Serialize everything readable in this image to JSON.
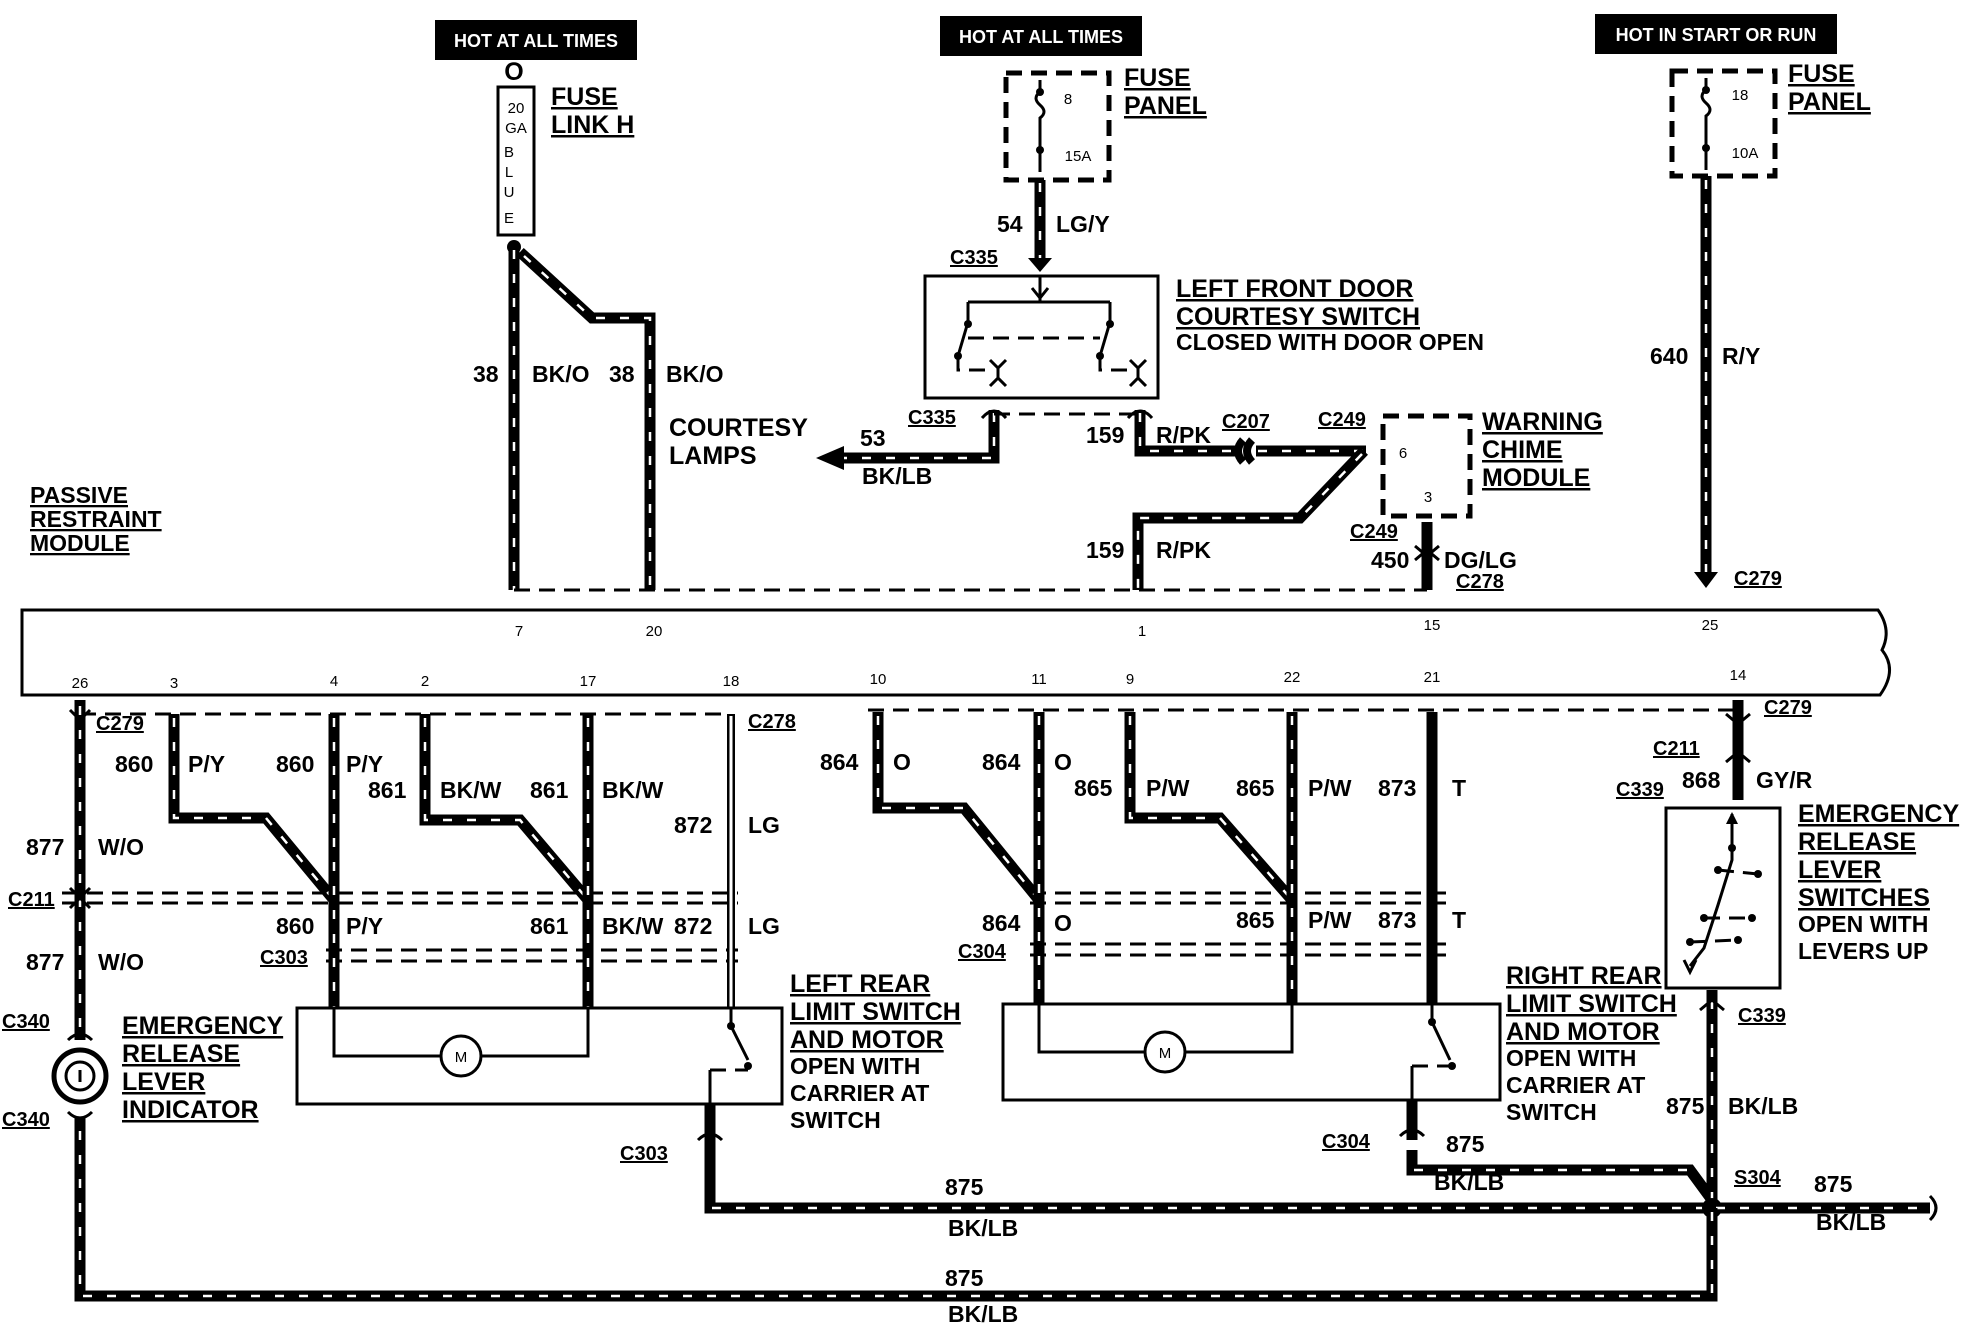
{
  "power": {
    "left": "HOT AT ALL TIMES",
    "center": "HOT AT ALL TIMES",
    "right": "HOT IN START OR RUN"
  },
  "fuse_link": {
    "label1": "FUSE",
    "label2": "LINK H",
    "top": "O",
    "body": [
      "20",
      "GA",
      "B",
      "L",
      "U",
      "E"
    ]
  },
  "fuse_center": {
    "label1": "FUSE",
    "label2": "PANEL",
    "num": "8",
    "amp": "15A"
  },
  "fuse_right": {
    "label1": "FUSE",
    "label2": "PANEL",
    "num": "18",
    "amp": "10A"
  },
  "door_switch": {
    "line1": "LEFT FRONT DOOR",
    "line2": "COURTESY SWITCH",
    "line3": "CLOSED WITH DOOR OPEN"
  },
  "chime": {
    "line1": "WARNING",
    "line2": "CHIME",
    "line3": "MODULE",
    "pin_top": "6",
    "pin_bottom": "3"
  },
  "courtesy": {
    "line1": "COURTESY",
    "line2": "LAMPS"
  },
  "module": {
    "line1": "PASSIVE",
    "line2": "RESTRAINT",
    "line3": "MODULE",
    "pins_top": [
      "7",
      "20",
      "1",
      "15",
      "25"
    ],
    "pins_bottom": [
      "26",
      "3",
      "4",
      "2",
      "17",
      "18",
      "10",
      "11",
      "9",
      "22",
      "21",
      "14"
    ]
  },
  "left_motor": {
    "line1": "LEFT REAR",
    "line2": "LIMIT SWITCH",
    "line3": "AND MOTOR",
    "line4": "OPEN WITH",
    "line5": "CARRIER AT",
    "line6": "SWITCH",
    "motor": "M"
  },
  "right_motor": {
    "line1": "RIGHT REAR",
    "line2": "LIMIT SWITCH",
    "line3": "AND MOTOR",
    "line4": "OPEN WITH",
    "line5": "CARRIER AT",
    "line6": "SWITCH",
    "motor": "M"
  },
  "er_switches": {
    "line1": "EMERGENCY",
    "line2": "RELEASE",
    "line3": "LEVER",
    "line4": "SWITCHES",
    "line5": "OPEN WITH",
    "line6": "LEVERS UP"
  },
  "er_indicator": {
    "line1": "EMERGENCY",
    "line2": "RELEASE",
    "line3": "LEVER",
    "line4": "INDICATOR"
  },
  "connectors": {
    "c335a": "C335",
    "c335b": "C335",
    "c207": "C207",
    "c249a": "C249",
    "c249b": "C249",
    "c278a": "C278",
    "c279a": "C279",
    "c279b": "C279",
    "c278b": "C278",
    "c279c": "C279",
    "c211a": "C211",
    "c339a": "C339",
    "c211b": "C211",
    "c303a": "C303",
    "c304a": "C304",
    "c340a": "C340",
    "c340b": "C340",
    "c303b": "C303",
    "c304b": "C304",
    "c339b": "C339",
    "s304": "S304"
  },
  "wires": {
    "w38a_n": "38",
    "w38a_c": "BK/O",
    "w38b_n": "38",
    "w38b_c": "BK/O",
    "w54_n": "54",
    "w54_c": "LG/Y",
    "w53_n": "53",
    "w53_c": "BK/LB",
    "w159a_n": "159",
    "w159a_c": "R/PK",
    "w159b_n": "159",
    "w159b_c": "R/PK",
    "w450_n": "450",
    "w450_c": "DG/LG",
    "w640_n": "640",
    "w640_c": "R/Y",
    "w860a_n": "860",
    "w860a_c": "P/Y",
    "w860b_n": "860",
    "w860b_c": "P/Y",
    "w861a_n": "861",
    "w861a_c": "BK/W",
    "w861b_n": "861",
    "w861b_c": "BK/W",
    "w872_n": "872",
    "w872_c": "LG",
    "w864a_n": "864",
    "w864a_c": "O",
    "w864b_n": "864",
    "w864b_c": "O",
    "w865a_n": "865",
    "w865a_c": "P/W",
    "w865b_n": "865",
    "w865b_c": "P/W",
    "w873_n": "873",
    "w873_c": "T",
    "w868_n": "868",
    "w868_c": "GY/R",
    "w877a_n": "877",
    "w877a_c": "W/O",
    "w860c_n": "860",
    "w860c_c": "P/Y",
    "w861c_n": "861",
    "w861c_c": "BK/W",
    "w872c_n": "872",
    "w872c_c": "LG",
    "w864c_n": "864",
    "w864c_c": "O",
    "w865c_n": "865",
    "w865c_c": "P/W",
    "w873c_n": "873",
    "w873c_c": "T",
    "w877b_n": "877",
    "w877b_c": "W/O",
    "w875a_n": "875",
    "w875a_c": "BK/LB",
    "w875b_n": "875",
    "w875b_c": "BK/LB",
    "w875c_n": "875",
    "w875c_c": "BK/LB",
    "w875d_n": "875",
    "w875d_c": "BK/LB",
    "w875e_n": "875",
    "w875e_c": "BK/LB"
  }
}
